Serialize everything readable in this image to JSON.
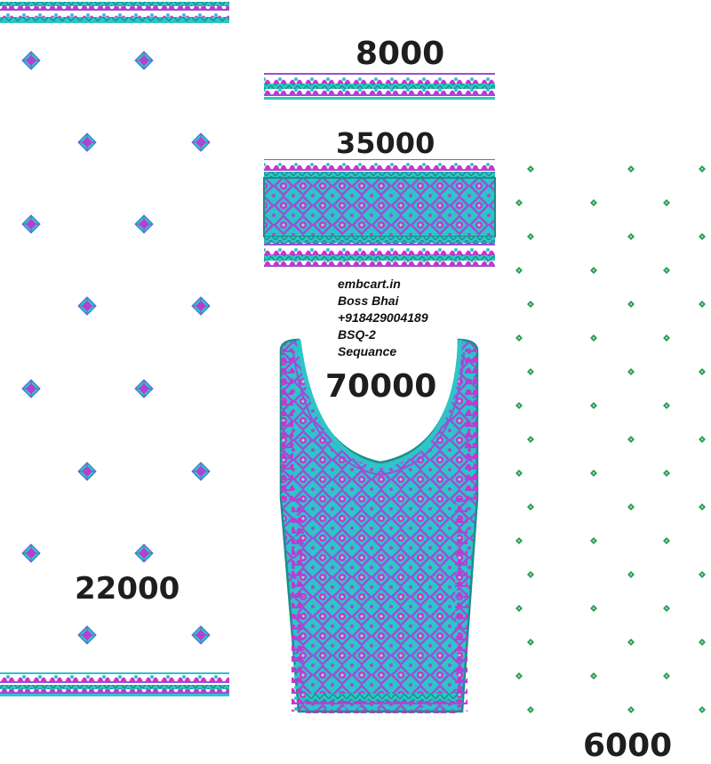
{
  "stitch_counts": {
    "top_border": "8000",
    "sleeve_panel": "35000",
    "neck_panel": "70000",
    "left_body": "22000",
    "right_body": "6000"
  },
  "info_lines": [
    "embcart.in",
    "Boss Bhai",
    "+918429004189",
    "BSQ-2",
    "Sequance"
  ],
  "colors": {
    "cyan": "#2ec4c8",
    "teal": "#1fb5a8",
    "magenta": "#cc33cc",
    "purple": "#9b4fd6",
    "green": "#2e9a5a",
    "blue": "#2f74c8"
  },
  "icons": [
    "diamond-motif-icon",
    "dot-motif-icon",
    "border-fan-icon"
  ]
}
